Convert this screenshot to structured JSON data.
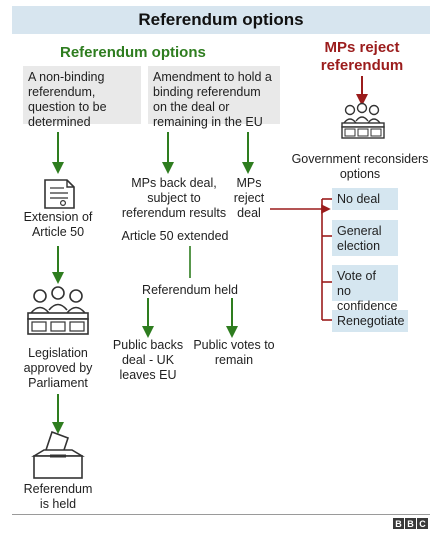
{
  "title": "Referendum options",
  "left_heading": "Referendum options",
  "right_heading": [
    "MPs reject",
    "referendum"
  ],
  "box_nonbinding": "A non-binding referendum, question to be determined",
  "box_amendment": "Amendment to hold a binding referendum on the deal or remaining in the EU",
  "extension_label": [
    "Extension of",
    "Article 50"
  ],
  "legislation_label": [
    "Legislation",
    "approved by",
    "Parliament"
  ],
  "referendum_held_label": [
    "Referendum",
    "is held"
  ],
  "mps_back_deal": [
    "MPs back deal,",
    "subject to",
    "referendum results"
  ],
  "mps_reject_deal": [
    "MPs",
    "reject",
    "deal"
  ],
  "article50_extended": "Article 50 extended",
  "referendum_held_mid": "Referendum held",
  "public_backs": [
    "Public backs",
    "deal - UK",
    "leaves EU"
  ],
  "public_remain": [
    "Public votes to",
    "remain"
  ],
  "govt_reconsiders": [
    "Government reconsiders",
    "options"
  ],
  "options": [
    [
      "No deal"
    ],
    [
      "General",
      "election"
    ],
    [
      "Vote of no",
      "confidence"
    ],
    [
      "Renegotiate"
    ]
  ],
  "brand": [
    "B",
    "B",
    "C"
  ],
  "colors": {
    "green": "#2e7d1f",
    "red": "#9b1c1c",
    "title_bg": "#d7e5ef",
    "option_bg": "#d5e6f0",
    "grey_box": "#e9e9e9"
  },
  "icons": [
    "document-icon",
    "parliament-icon",
    "ballot-box-icon"
  ]
}
